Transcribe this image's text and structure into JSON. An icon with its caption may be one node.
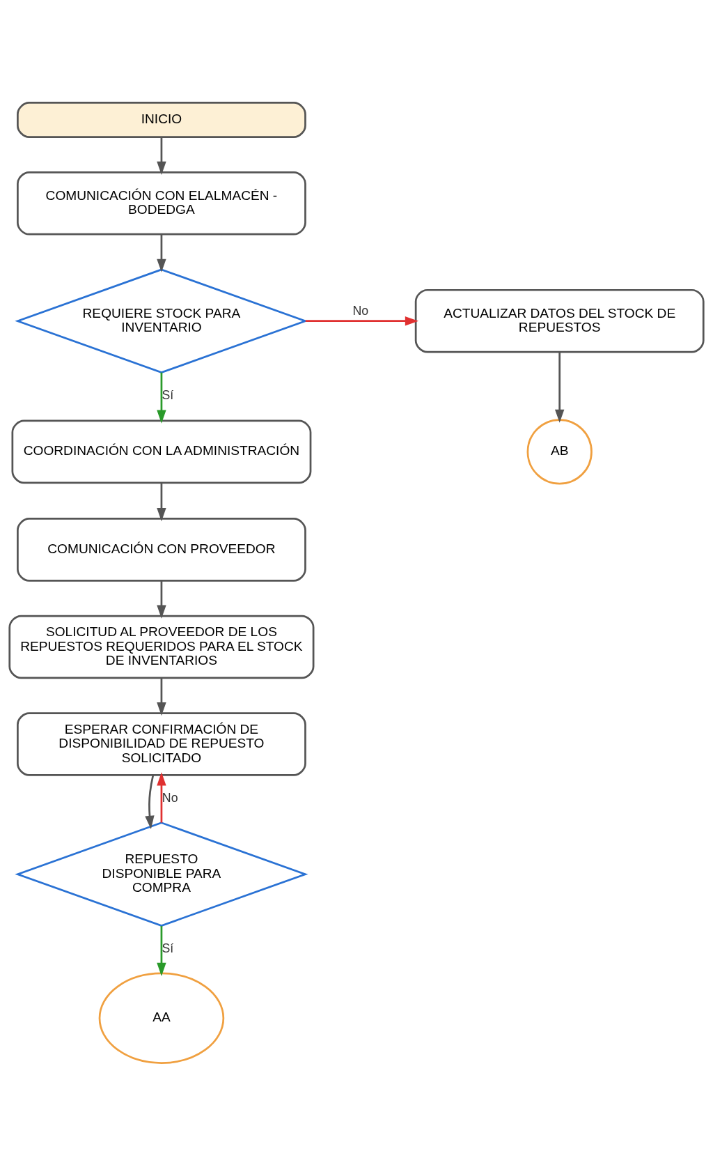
{
  "diagram": {
    "nodes": [
      {
        "text": [
          "INICIO"
        ]
      },
      {
        "text": [
          "COMUNICACIÓN CON ELALMACÉN - BODEDGA"
        ]
      },
      {
        "text": [
          "REQUIERE STOCK PARA INVENTARIO"
        ]
      },
      {
        "text": [
          "ACTUALIZAR DATOS DEL STOCK DE REPUESTOS"
        ]
      },
      {
        "text": [
          "AB"
        ]
      },
      {
        "text": [
          "COORDINACIÓN CON LA ADMINISTRACIÓN"
        ]
      },
      {
        "text": [
          "COMUNICACIÓN CON PROVEEDOR"
        ]
      },
      {
        "text": [
          "SOLICITUD AL PROVEEDOR DE LOS REPUESTOS REQUERIDOS PARA EL STOCK DE INVENTARIOS"
        ]
      },
      {
        "text": [
          "ESPERAR CONFIRMACIÓN DE DISPONIBILIDAD DE REPUESTO SOLICITADO"
        ]
      },
      {
        "text": [
          "REPUESTO DISPONIBLE PARA COMPRA"
        ]
      },
      {
        "text": [
          "AA"
        ]
      }
    ],
    "edges": [
      {
        "from": 0,
        "to": 1,
        "arrow": "to"
      },
      {
        "from": 1,
        "to": 2,
        "arrow": "to"
      },
      {
        "from": 2,
        "to": 3,
        "arrow": "to",
        "label": "No",
        "color": "#e03030"
      },
      {
        "from": 3,
        "to": 4,
        "arrow": "to"
      },
      {
        "from": 2,
        "to": 5,
        "arrow": "to",
        "label": "Sí",
        "color": "#2a9a2a"
      },
      {
        "from": 5,
        "to": 6,
        "arrow": "to"
      },
      {
        "from": 6,
        "to": 7,
        "arrow": "to"
      },
      {
        "from": 7,
        "to": 8,
        "arrow": "to"
      },
      {
        "from": 9,
        "to": 8,
        "arrow": "to",
        "label": "No",
        "color": "#e03030"
      },
      {
        "from": 8,
        "to": 9,
        "arrow": "to"
      },
      {
        "from": 9,
        "to": 10,
        "arrow": "to",
        "label": "Sí",
        "color": "#2a9a2a"
      }
    ]
  }
}
